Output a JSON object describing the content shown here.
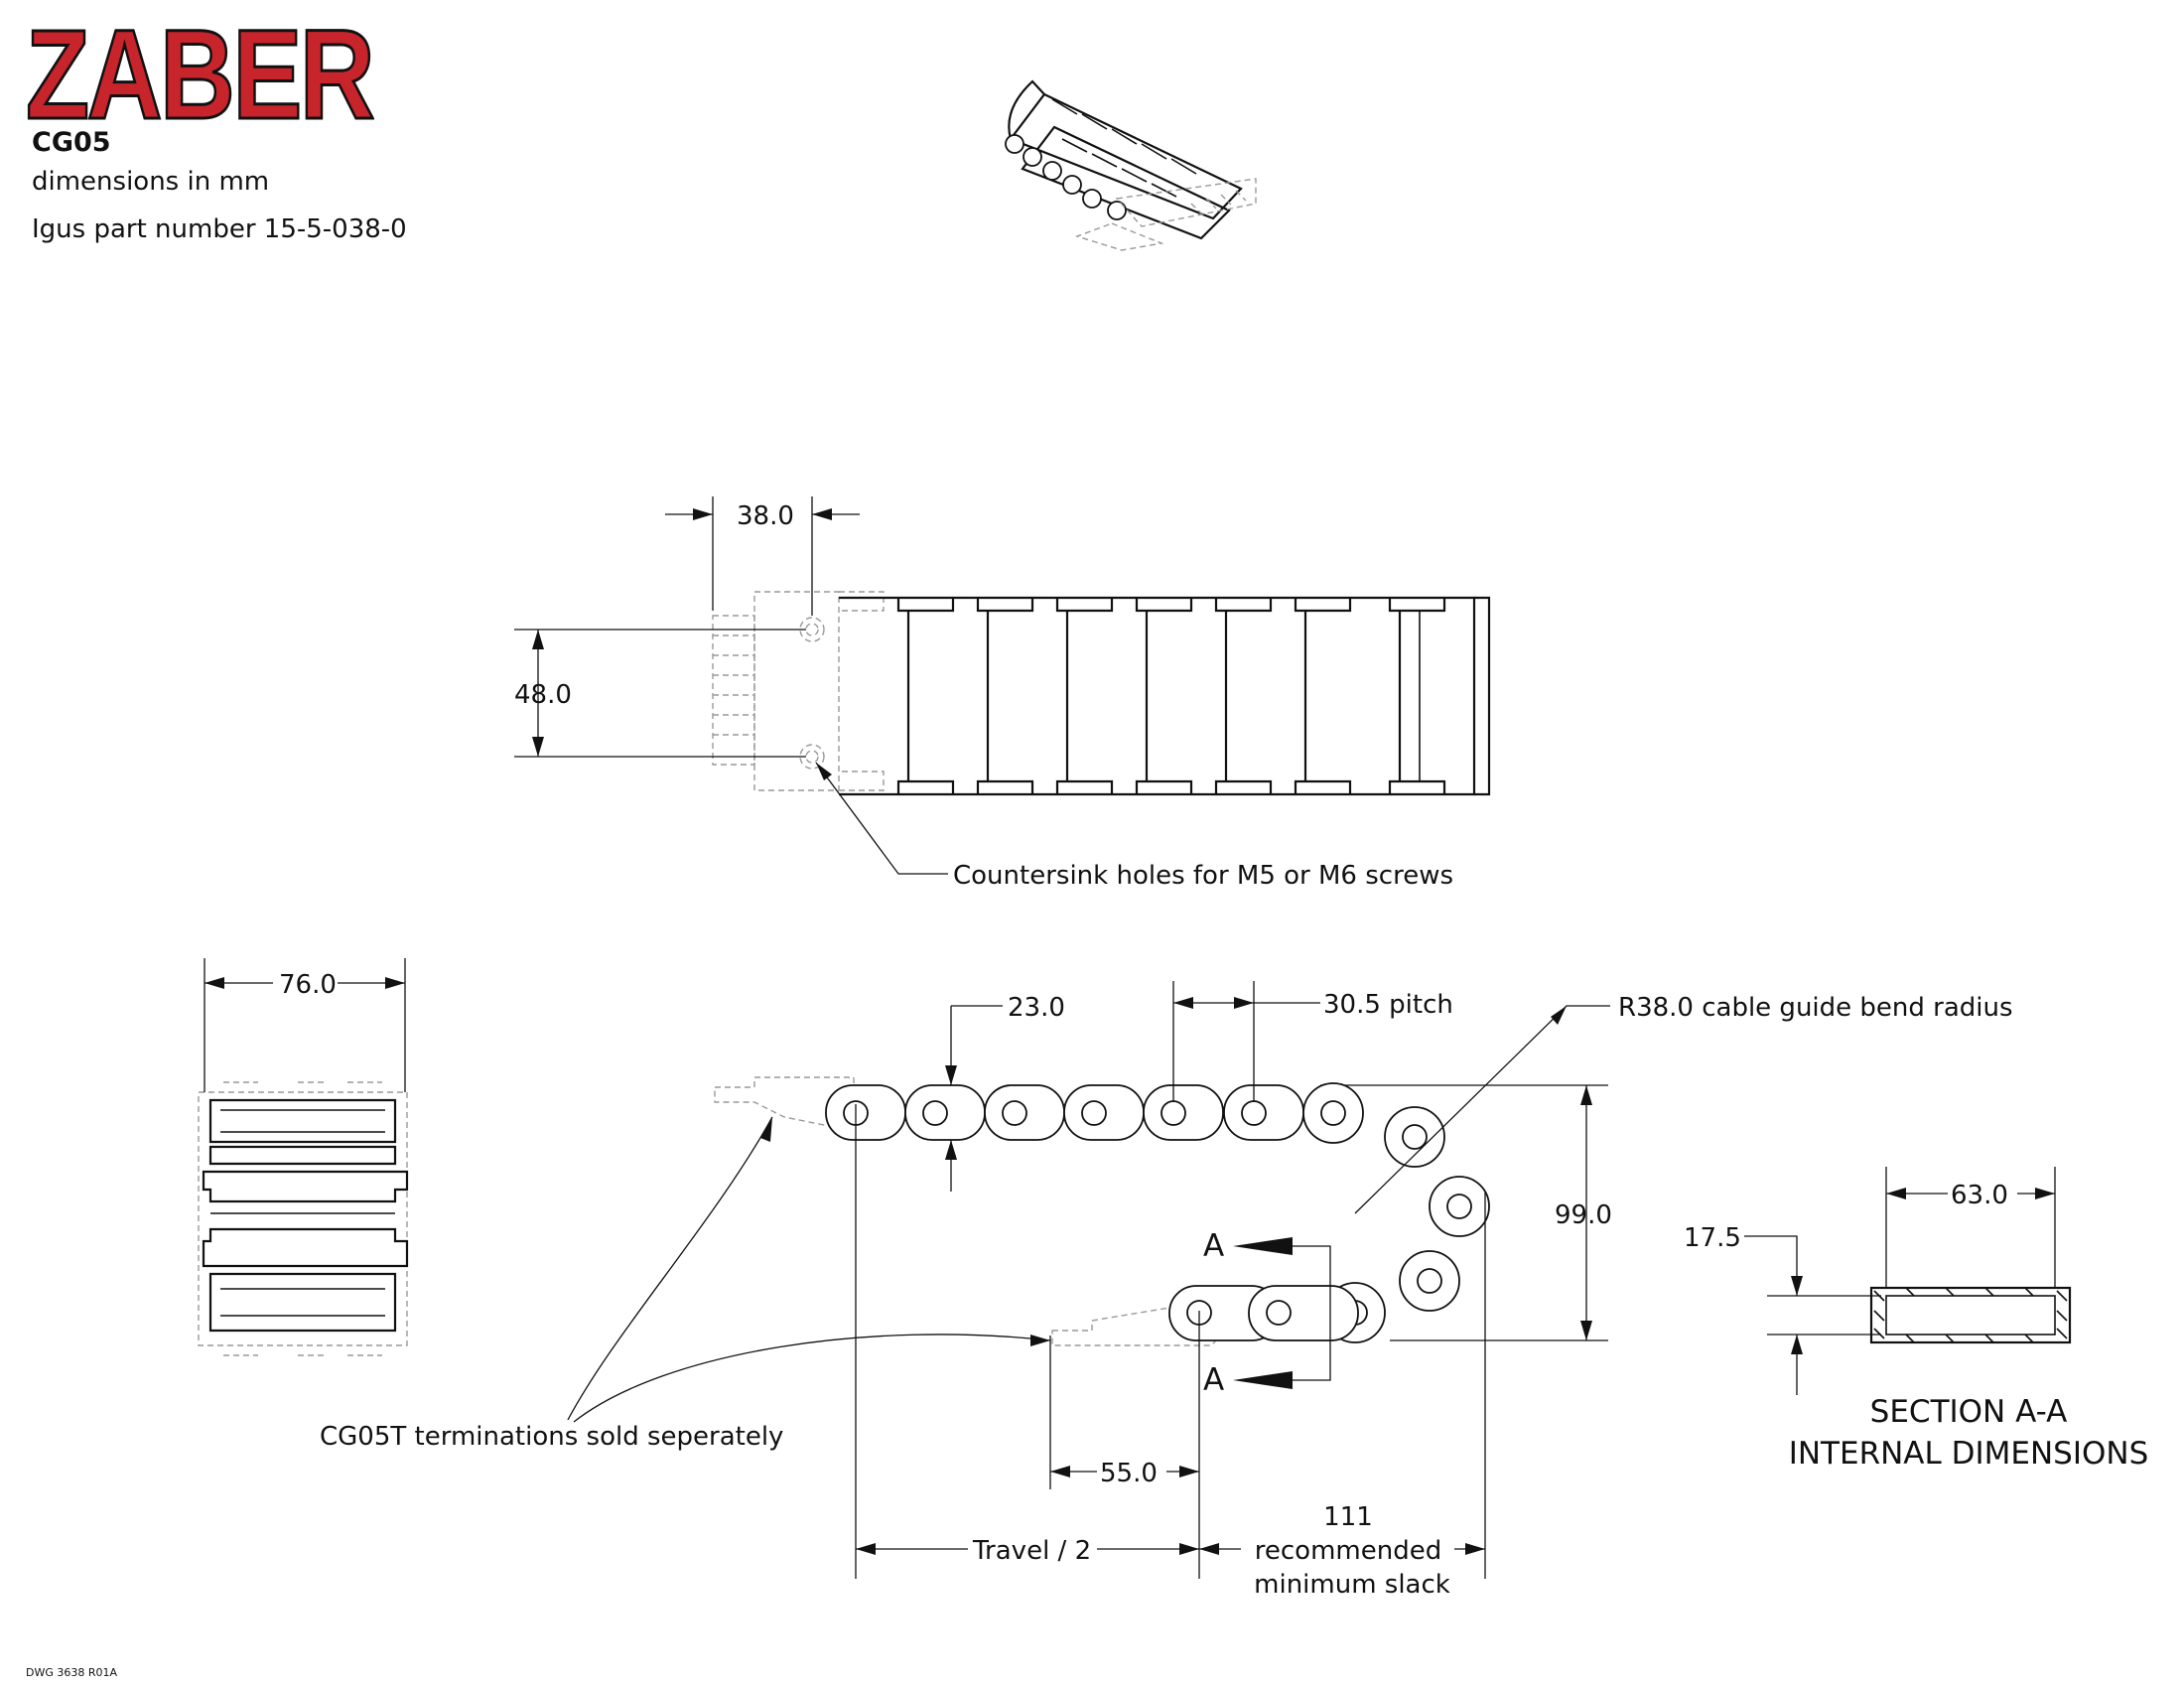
{
  "header": {
    "logo": "ZABER",
    "part": "CG05",
    "units": "dimensions in mm",
    "igus": "Igus part number 15-5-038-0"
  },
  "footer": {
    "drawing_number": "DWG 3638 R01A"
  },
  "dimensions": {
    "top_width": "38.0",
    "top_height": "48.0",
    "countersink": "Countersink holes for M5 or M6 screws",
    "width_76": "76.0",
    "link_height": "23.0",
    "pitch": "30.5 pitch",
    "bend_radius": "R38.0 cable guide bend radius",
    "overall_height": "99.0",
    "section_letter": "A",
    "terminations": "CG05T terminations sold seperately",
    "offset_55": "55.0",
    "travel": "Travel / 2",
    "slack_value": "111",
    "slack_line1": "recommended",
    "slack_line2": "minimum slack",
    "inner_width": "63.0",
    "inner_height": "17.5",
    "section_title_1": "SECTION A-A",
    "section_title_2": "INTERNAL DIMENSIONS"
  }
}
